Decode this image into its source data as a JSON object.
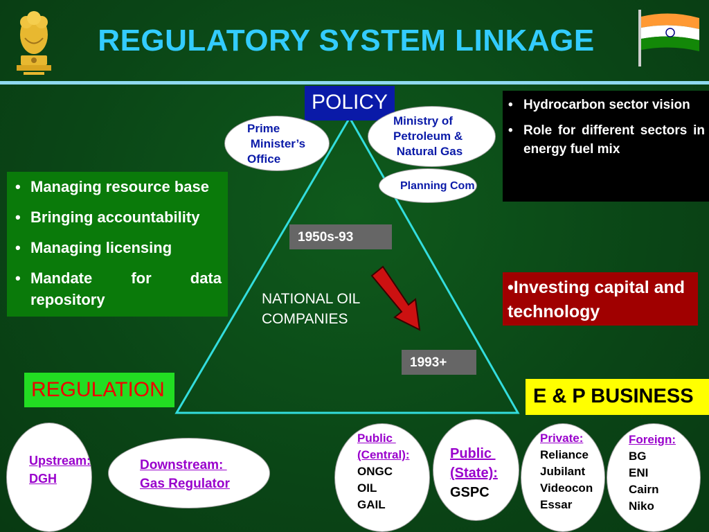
{
  "title": "REGULATORY SYSTEM LINKAGE",
  "icons": {
    "emblem": "national-emblem-icon",
    "flag": "indian-flag-icon"
  },
  "colors": {
    "background": "#0a4516",
    "title": "#33ccff",
    "triangle": "#33dddd",
    "policy_box": "#0a1aa8",
    "regulation_box": "#22dd22",
    "regulation_text": "#ee0000",
    "business_box": "#ffff00",
    "invest_box": "#a00000",
    "arrow": "#cc1111"
  },
  "policy": {
    "label": "POLICY",
    "bodies": [
      {
        "lines": [
          "Prime",
          " Minister’s",
          "Office"
        ]
      },
      {
        "lines": [
          "Ministry of",
          "Petroleum &",
          " Natural Gas"
        ]
      },
      {
        "lines": [
          "Planning Com"
        ]
      }
    ],
    "responsibilities": [
      "Hydrocarbon sector vision",
      "Role for different sectors in energy fuel mix"
    ]
  },
  "regulation": {
    "label": "REGULATION",
    "responsibilities": [
      "Managing resource base",
      "Bringing accountability",
      "Managing licensing",
      "Mandate for data repository"
    ],
    "regulators": [
      {
        "lines": [
          "Upstream:",
          "DGH"
        ]
      },
      {
        "lines": [
          "Downstream: ",
          "Gas Regulator"
        ]
      }
    ]
  },
  "center": {
    "era_old": "1950s-93",
    "era_new": "1993+",
    "noc_lines": [
      "NATIONAL OIL",
      "COMPANIES"
    ]
  },
  "business": {
    "label": "E & P BUSINESS",
    "role": "•Investing capital and technology",
    "groups": [
      {
        "title_lines": [
          "Public ",
          "(Central):"
        ],
        "members": [
          "ONGC",
          "OIL",
          "GAIL"
        ]
      },
      {
        "title_lines": [
          "Public ",
          "(State):"
        ],
        "members": [
          "GSPC"
        ]
      },
      {
        "title_lines": [
          "Private:"
        ],
        "members": [
          "Reliance",
          "Jubilant",
          "Videocon",
          "Essar"
        ]
      },
      {
        "title_lines": [
          "Foreign:"
        ],
        "members": [
          "BG",
          "ENI",
          "Cairn",
          "Niko"
        ]
      }
    ]
  }
}
